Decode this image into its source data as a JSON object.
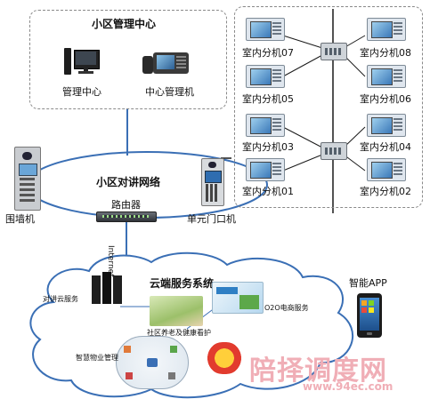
{
  "center": {
    "title": "小区管理中心",
    "items": [
      "管理中心",
      "中心管理机"
    ]
  },
  "network": {
    "title": "小区对讲网络",
    "router": "路由器",
    "internet": "Internet"
  },
  "devices": {
    "wall_unit": "围墙机",
    "door_unit": "单元门口机"
  },
  "indoor_units": [
    {
      "label": "室内分机07"
    },
    {
      "label": "室内分机08"
    },
    {
      "label": "室内分机05"
    },
    {
      "label": "室内分机06"
    },
    {
      "label": "室内分机03"
    },
    {
      "label": "室内分机04"
    },
    {
      "label": "室内分机01"
    },
    {
      "label": "室内分机02"
    }
  ],
  "cloud": {
    "title": "云端服务系统",
    "services": [
      "对讲云服务",
      "社区养老及健康看护",
      "O2O电商服务",
      "智慧物业管理"
    ]
  },
  "app": {
    "label": "智能APP"
  },
  "watermark": {
    "text": "陪择调度网",
    "url": "www.94ec.com"
  },
  "colors": {
    "line_blue": "#3a6fb5",
    "dash_gray": "#8a8a8a",
    "watermark": "#f0aeb6"
  }
}
